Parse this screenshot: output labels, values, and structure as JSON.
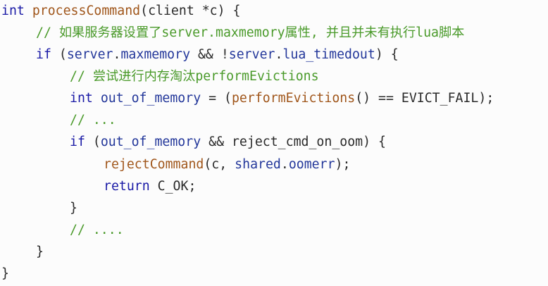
{
  "code_lines": [
    [
      {
        "t": "int",
        "c": "kw"
      },
      {
        "t": " ",
        "c": "pl"
      },
      {
        "t": "processCommand",
        "c": "fn"
      },
      {
        "t": "(client *c) {",
        "c": "pl"
      }
    ],
    [
      {
        "t": "// 如果服务器设置了server.maxmemory属性, 并且并未有执行lua脚本",
        "c": "cm"
      }
    ],
    [
      {
        "t": "if",
        "c": "kw"
      },
      {
        "t": " (",
        "c": "pl"
      },
      {
        "t": "server",
        "c": "mem"
      },
      {
        "t": ".",
        "c": "pl"
      },
      {
        "t": "maxmemory",
        "c": "mem"
      },
      {
        "t": " && !",
        "c": "pl"
      },
      {
        "t": "server",
        "c": "mem"
      },
      {
        "t": ".",
        "c": "pl"
      },
      {
        "t": "lua_timedout",
        "c": "mem"
      },
      {
        "t": ") {",
        "c": "pl"
      }
    ],
    [
      {
        "t": "// 尝试进行内存淘汰performEvictions",
        "c": "cm"
      }
    ],
    [
      {
        "t": "int",
        "c": "kw"
      },
      {
        "t": " ",
        "c": "pl"
      },
      {
        "t": "out_of_memory",
        "c": "mem"
      },
      {
        "t": " = (",
        "c": "pl"
      },
      {
        "t": "performEvictions",
        "c": "fn"
      },
      {
        "t": "() == EVICT_FAIL);",
        "c": "pl"
      }
    ],
    [
      {
        "t": "// ...",
        "c": "cm"
      }
    ],
    [
      {
        "t": "if",
        "c": "kw"
      },
      {
        "t": " (",
        "c": "pl"
      },
      {
        "t": "out_of_memory",
        "c": "mem"
      },
      {
        "t": " && reject_cmd_on_oom) {",
        "c": "pl"
      }
    ],
    [
      {
        "t": "rejectCommand",
        "c": "fn"
      },
      {
        "t": "(c, ",
        "c": "pl"
      },
      {
        "t": "shared",
        "c": "mem"
      },
      {
        "t": ".",
        "c": "pl"
      },
      {
        "t": "oomerr",
        "c": "mem"
      },
      {
        "t": ");",
        "c": "pl"
      }
    ],
    [
      {
        "t": "return",
        "c": "kw"
      },
      {
        "t": " C_OK;",
        "c": "pl"
      }
    ],
    [
      {
        "t": "}",
        "c": "pl"
      }
    ],
    [
      {
        "t": "// ....",
        "c": "cm"
      }
    ],
    [
      {
        "t": "}",
        "c": "pl"
      }
    ],
    [
      {
        "t": "}",
        "c": "pl"
      }
    ]
  ],
  "colors": {
    "background": "#fcfcfc",
    "keyword": "#1a1aa6",
    "function": "#a0561b",
    "comment": "#4a9a2a",
    "member": "#23379a",
    "plain": "#2a2a2a"
  }
}
